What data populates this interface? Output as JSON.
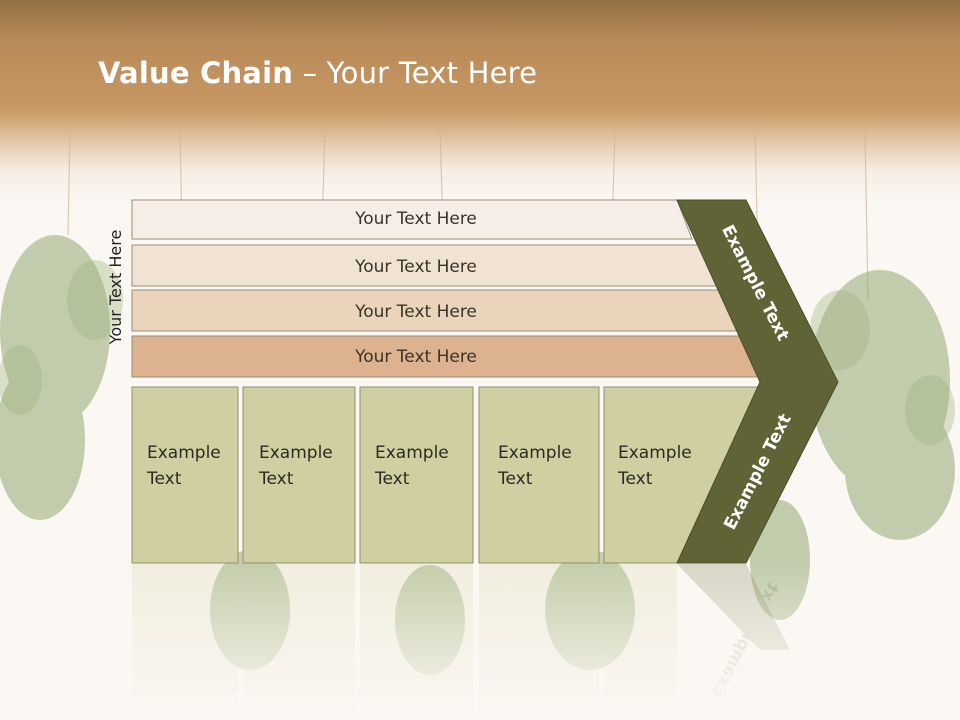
{
  "slide": {
    "title_bold": "Value Chain",
    "title_rest": " – Your Text Here"
  },
  "rows": [
    {
      "label": "Your Text Here"
    },
    {
      "label": "Your Text Here"
    },
    {
      "label": "Your Text Here"
    },
    {
      "label": "Your Text Here"
    }
  ],
  "side_label": "Your Text Here",
  "boxes": [
    {
      "line1": "Example",
      "line2": "Text"
    },
    {
      "line1": "Example",
      "line2": "Text"
    },
    {
      "line1": "Example",
      "line2": "Text"
    },
    {
      "line1": "Example",
      "line2": "Text"
    },
    {
      "line1": "Example",
      "line2": "Text"
    }
  ],
  "chevron": {
    "upper_label": "Example Text",
    "lower_label": "Example Text"
  },
  "colors": {
    "row1": "#f6eee6",
    "row2": "#f1e3d3",
    "row3": "#ebd4bc",
    "row4": "#dcb38e",
    "box_fill": "#cfcfa1",
    "chevron": "#5f6335",
    "header": "#c99963"
  }
}
